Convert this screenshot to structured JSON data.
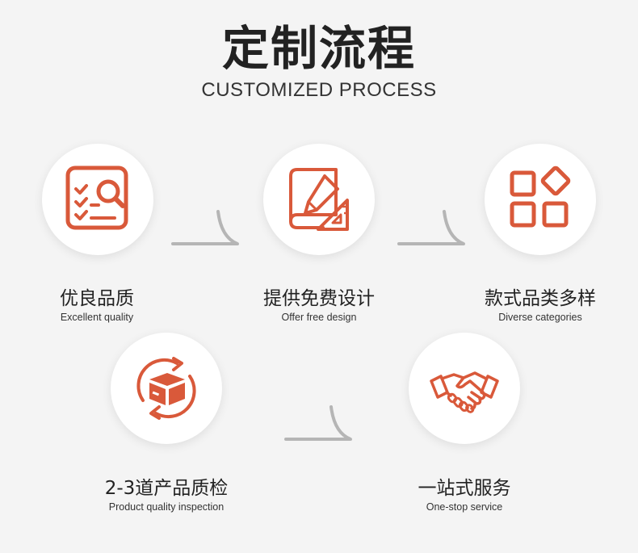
{
  "header": {
    "title": "定制流程",
    "subtitle": "CUSTOMIZED PROCESS"
  },
  "accent_color": "#d9593a",
  "connector_color": "#b5b5b5",
  "steps": [
    {
      "title": "优良品质",
      "subtitle": "Excellent quality",
      "icon": "quality-check-icon"
    },
    {
      "title": "提供免费设计",
      "subtitle": "Offer free design",
      "icon": "design-drafting-icon"
    },
    {
      "title": "款式品类多样",
      "subtitle": "Diverse categories",
      "icon": "categories-grid-icon"
    },
    {
      "title": "2-3道产品质检",
      "subtitle": "Product quality inspection",
      "icon": "package-cycle-icon"
    },
    {
      "title": "一站式服务",
      "subtitle": "One-stop service",
      "icon": "handshake-icon"
    }
  ]
}
